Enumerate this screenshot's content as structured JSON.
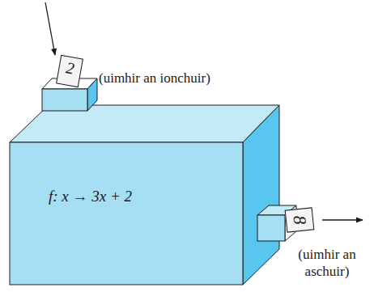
{
  "diagram": {
    "nodes": [
      {
        "text": [
          "f: x → 3x + 2"
        ]
      },
      {
        "text": [
          "2"
        ]
      },
      {
        "text": [
          "8"
        ]
      }
    ],
    "labels": [
      "(uimhir an ionchuir)",
      "(uimhir an aschuir)"
    ]
  }
}
